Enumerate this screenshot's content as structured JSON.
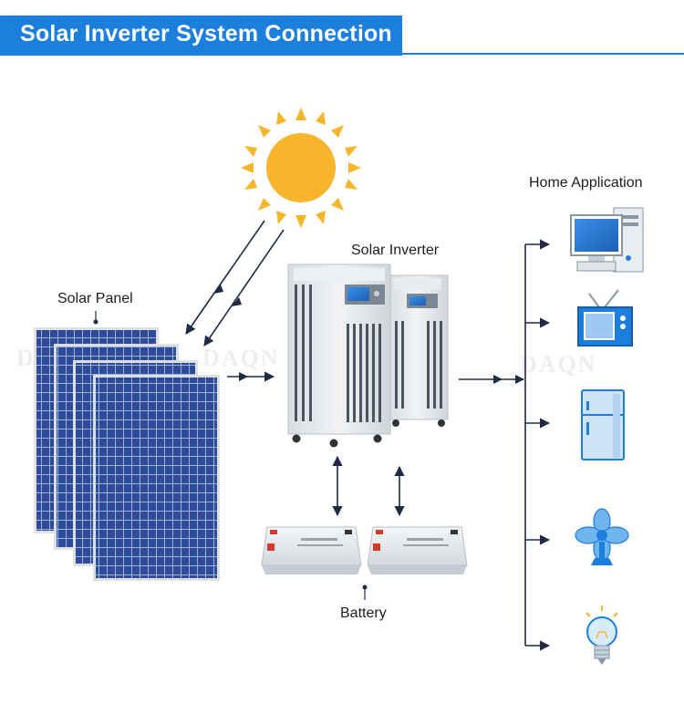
{
  "header": {
    "title": "Solar Inverter System Connection"
  },
  "labels": {
    "solar_panel": "Solar Panel",
    "solar_inverter": "Solar Inverter",
    "battery": "Battery",
    "home_application": "Home Application"
  },
  "watermark": "DAQN",
  "colors": {
    "header_blue": "#1c7fdc",
    "sun": "#f7b52b",
    "arrow": "#1f2a44",
    "panel_cell": "#2d4e9e",
    "inverter_body": "#e8ebee"
  },
  "home_devices": [
    {
      "name": "computer",
      "icon": "computer-icon"
    },
    {
      "name": "television",
      "icon": "tv-icon"
    },
    {
      "name": "refrigerator",
      "icon": "fridge-icon"
    },
    {
      "name": "fan",
      "icon": "fan-icon"
    },
    {
      "name": "light bulb",
      "icon": "bulb-icon"
    }
  ]
}
